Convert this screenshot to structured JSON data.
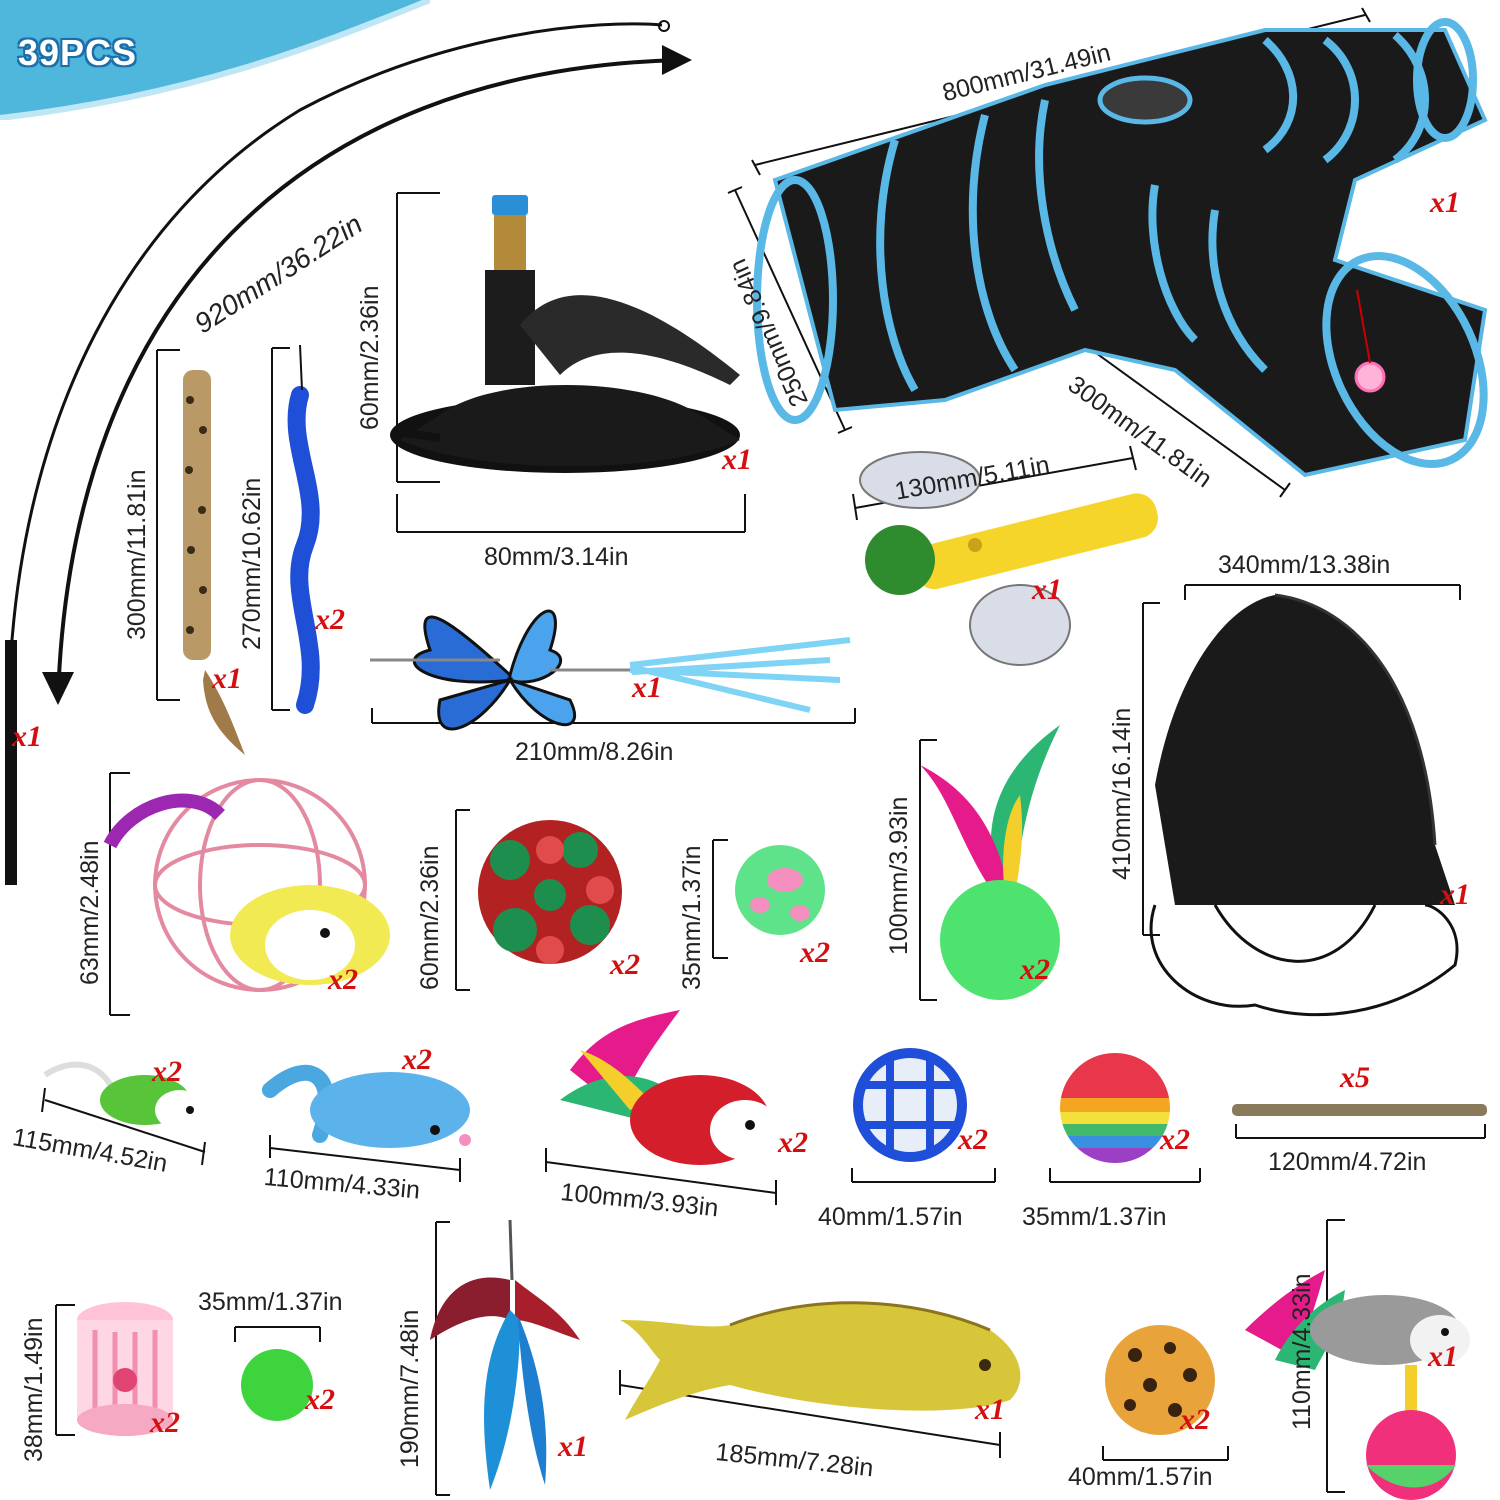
{
  "badge": {
    "text": "39PCS",
    "color": "#4fb6dc"
  },
  "accent_colors": {
    "quantity_red": "#d30f10",
    "tunnel_trim": "#59b8e6",
    "tunnel_body": "#1a1a1a"
  },
  "products": [
    {
      "id": "wand",
      "name": "cat wand rod",
      "size": "920mm/36.22in",
      "qty": "x1"
    },
    {
      "id": "tunnel",
      "name": "3-way cat tunnel",
      "length": "800mm/31.49in",
      "diameter": "250mm/9.84in",
      "branch": "300mm/11.81in",
      "qty": "x1"
    },
    {
      "id": "suction",
      "name": "suction cup base",
      "height": "60mm/2.36in",
      "width": "80mm/3.14in",
      "qty": "x1"
    },
    {
      "id": "leopard-tail",
      "name": "leopard tail refill",
      "size": "300mm/11.81in",
      "qty": "x1"
    },
    {
      "id": "worm",
      "name": "blue worm refill",
      "size": "270mm/10.62in",
      "qty": "x2"
    },
    {
      "id": "butterfly",
      "name": "butterfly refill",
      "size": "210mm/8.26in",
      "qty": "x1"
    },
    {
      "id": "dragonfly",
      "name": "dragonfly refill",
      "size": "130mm/5.11in",
      "qty": "x1"
    },
    {
      "id": "bag",
      "name": "drawstring storage bag",
      "width": "340mm/13.38in",
      "height": "410mm/16.14in",
      "qty": "x1"
    },
    {
      "id": "cage-mouse",
      "name": "cage ball with mouse",
      "size": "63mm/2.48in",
      "qty": "x2"
    },
    {
      "id": "crinkle",
      "name": "crinkle ball",
      "size": "60mm/2.36in",
      "qty": "x2"
    },
    {
      "id": "bell-ball",
      "name": "bell ball",
      "size": "35mm/1.37in",
      "qty": "x2"
    },
    {
      "id": "feather-ball",
      "name": "feather ball",
      "size": "100mm/3.93in",
      "qty": "x2"
    },
    {
      "id": "mouse-green",
      "name": "green plush mouse",
      "size": "115mm/4.52in",
      "qty": "x2"
    },
    {
      "id": "mouse-blue",
      "name": "blue plush mouse",
      "size": "110mm/4.33in",
      "qty": "x2"
    },
    {
      "id": "mouse-feather",
      "name": "feather mouse",
      "size": "100mm/3.93in",
      "qty": "x2"
    },
    {
      "id": "lattice-ball",
      "name": "lattice ball",
      "size": "40mm/1.57in",
      "qty": "x2"
    },
    {
      "id": "rainbow-ball",
      "name": "rainbow foam ball",
      "size": "35mm/1.37in",
      "qty": "x2"
    },
    {
      "id": "stick",
      "name": "silvervine stick",
      "size": "120mm/4.72in",
      "qty": "x5"
    },
    {
      "id": "roller",
      "name": "roller cage",
      "size": "38mm/1.49in",
      "qty": "x2"
    },
    {
      "id": "pompom",
      "name": "green pom pom",
      "size": "35mm/1.37in",
      "qty": "x2"
    },
    {
      "id": "feather-refill",
      "name": "feather refill",
      "size": "190mm/7.48in",
      "qty": "x1"
    },
    {
      "id": "fish",
      "name": "plush fish",
      "size": "185mm/7.28in",
      "qty": "x1"
    },
    {
      "id": "leopard-ball",
      "name": "leopard plush ball",
      "size": "40mm/1.57in",
      "qty": "x2"
    },
    {
      "id": "tumbler",
      "name": "tumbler mouse",
      "size": "110mm/4.33in",
      "qty": "x1"
    }
  ]
}
